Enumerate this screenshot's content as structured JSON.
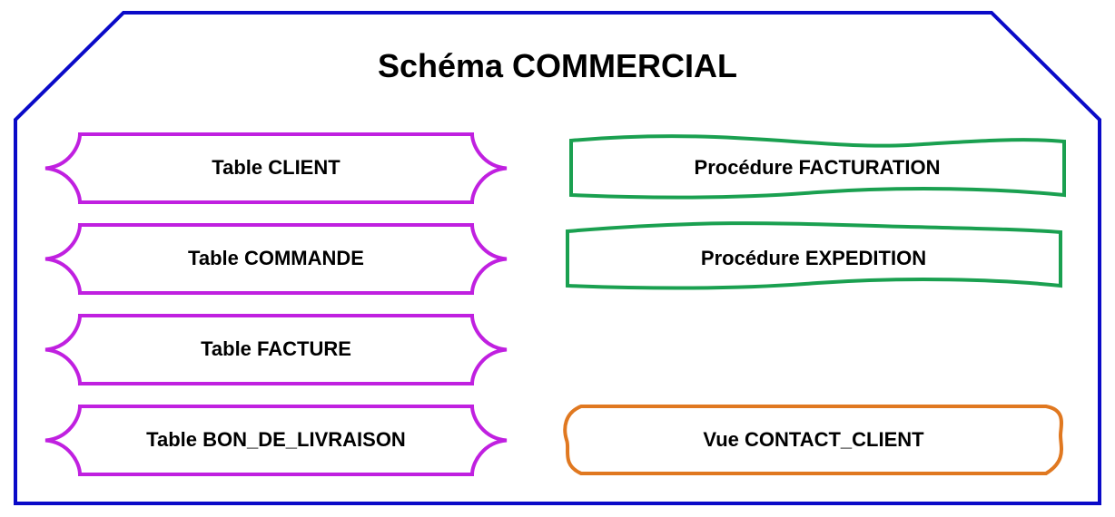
{
  "schema": {
    "title": "Schéma COMMERCIAL",
    "border_color": "#0a0ac8"
  },
  "tables": {
    "color": "#c020e0",
    "items": [
      {
        "label": "Table CLIENT"
      },
      {
        "label": "Table COMMANDE"
      },
      {
        "label": "Table FACTURE"
      },
      {
        "label": "Table BON_DE_LIVRAISON"
      }
    ]
  },
  "procedures": {
    "color": "#1aa050",
    "items": [
      {
        "label": "Procédure FACTURATION"
      },
      {
        "label": "Procédure EXPEDITION"
      }
    ]
  },
  "views": {
    "color": "#e07820",
    "items": [
      {
        "label": "Vue CONTACT_CLIENT"
      }
    ]
  }
}
